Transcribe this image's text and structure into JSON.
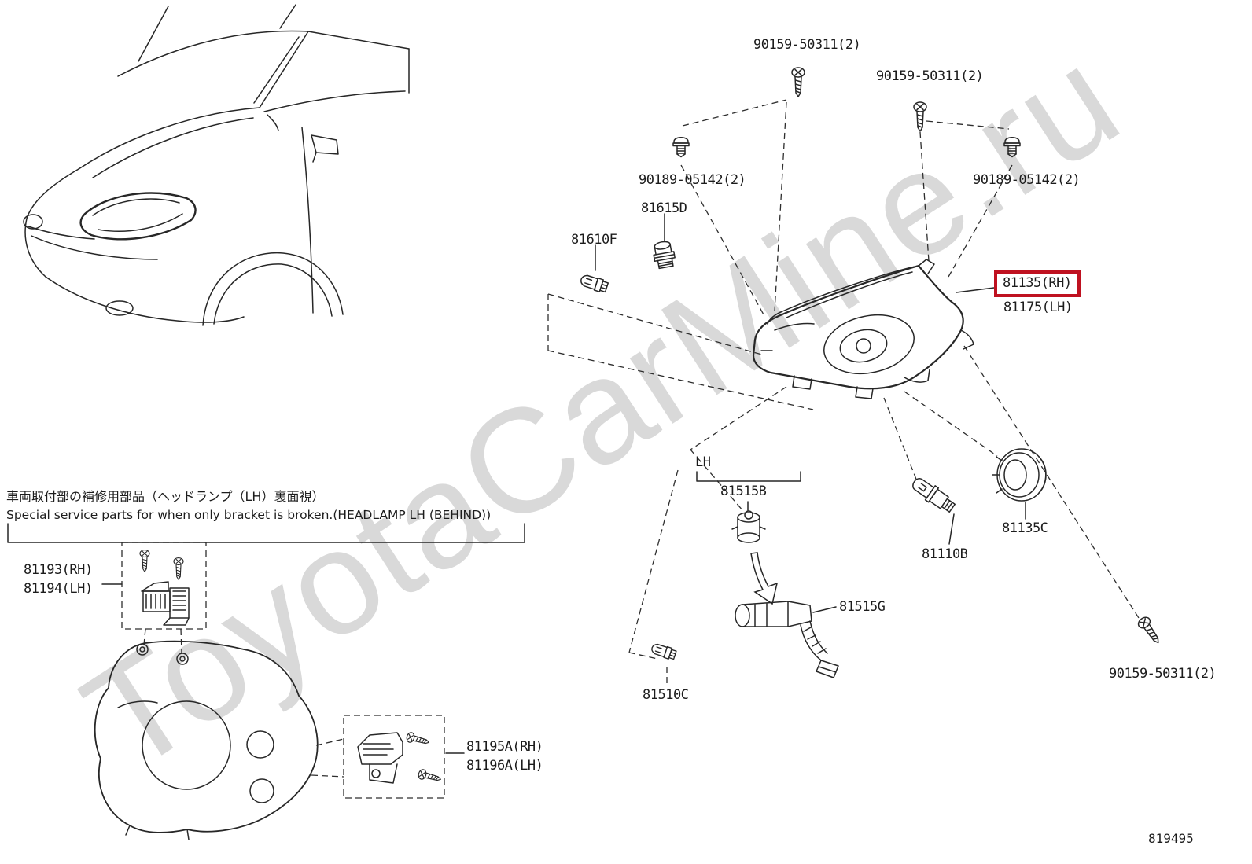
{
  "watermark": "ToyotaCarMine.ru",
  "page_number": "819495",
  "colors": {
    "line": "#272727",
    "highlight_box": "#bf1120",
    "watermark": "#d9d9d9"
  },
  "notes": {
    "japanese": "車両取付部の補修用部品（ヘッドランプ（LH）裏面視）",
    "english": "Special service parts for when only bracket is broken.(HEADLAMP LH (BEHIND))"
  },
  "parts": {
    "screw_top": "90159-50311(2)",
    "screw_upper_right": "90159-50311(2)",
    "screw_lower_right": "90159-50311(2)",
    "clip_left": "90189-05142(2)",
    "clip_right": "90189-05142(2)",
    "bulb_socket": "81615D",
    "marker_bulb": "81610F",
    "headlamp_rh": "81135(RH)",
    "headlamp_lh": "81175(LH)",
    "lh_tag": "LH",
    "socket_lh": "81515B",
    "cord": "81515G",
    "signal_bulb": "81510C",
    "retainer": "81135C",
    "headlamp_bulb": "81110B",
    "bracket_upper_rh": "81193(RH)",
    "bracket_upper_lh": "81194(LH)",
    "bracket_lower_rh": "81195A(RH)",
    "bracket_lower_lh": "81196A(LH)"
  },
  "icons": {
    "screw": "phillips-screw-icon",
    "clip": "push-clip-icon",
    "bulb": "wedge-bulb-icon",
    "arrow": "down-arrow-icon"
  }
}
